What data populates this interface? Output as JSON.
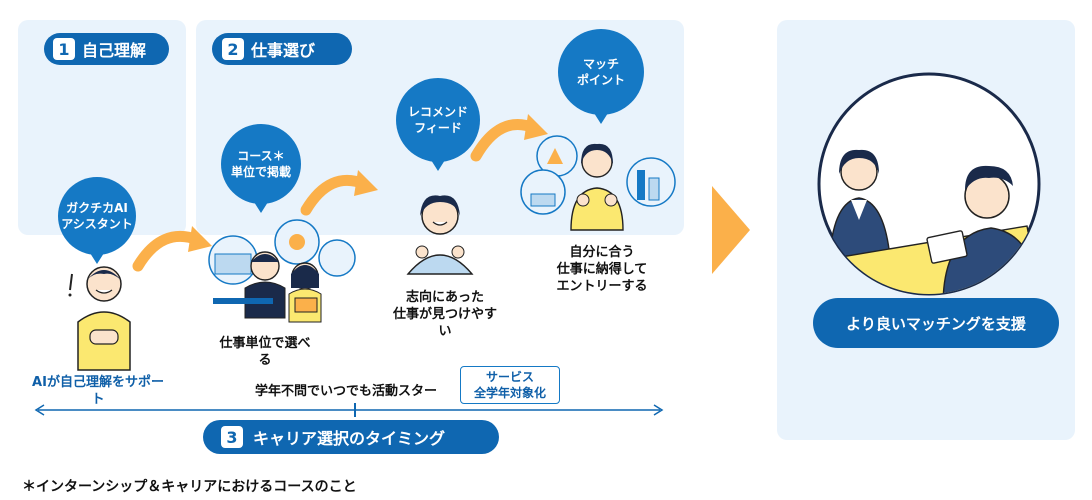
{
  "step1": {
    "number": "1",
    "label": "自己理解"
  },
  "step2": {
    "number": "2",
    "label": "仕事選び"
  },
  "step3": {
    "number": "3",
    "label": "キャリア選択のタイミング"
  },
  "bubbles": {
    "ai": "ガクチカAI\nアシスタント",
    "course": "コース＊\n単位で掲載",
    "recommend": "レコメンド\nフィード",
    "match": "マッチ\nポイント"
  },
  "captions": {
    "ai_support": "AIが自己理解をサポー\nト",
    "job_unit": "仕事単位で選べ\nる",
    "easy_find": "志向にあった\n仕事が見つけやす\nい",
    "entry": "自分に合う\n仕事に納得して\nエントリーする"
  },
  "timeline": {
    "anytime": "学年不問でいつでも活動スター",
    "service_note": "サービス\n全学年対象化"
  },
  "result": {
    "label": "より良いマッチングを支援"
  },
  "footnote": "＊インターンシップ＆キャリアにおけるコースのこと",
  "colors": {
    "primary_blue": "#0f67b1",
    "panel_bg": "#e9f3fc",
    "arrow_orange": "#fbb04a",
    "accent_yellow": "#fbe870"
  }
}
